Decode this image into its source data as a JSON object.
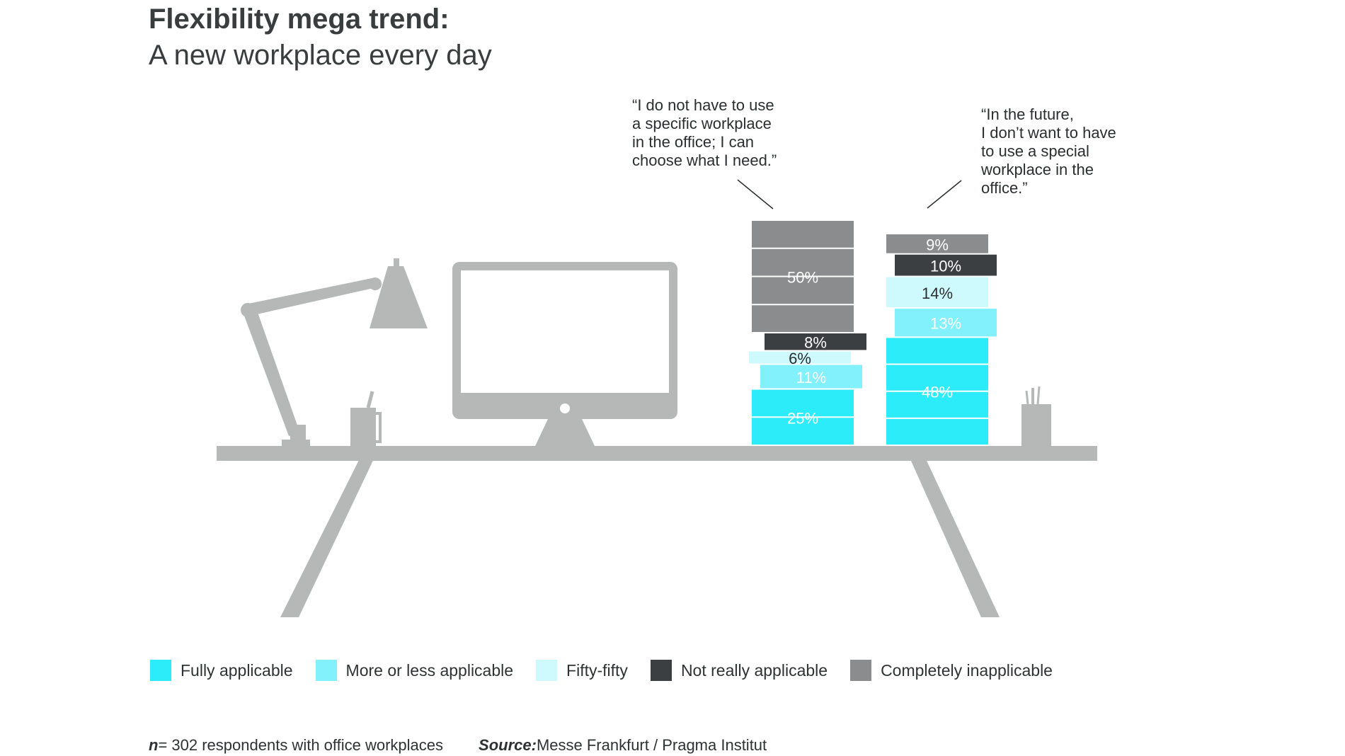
{
  "title": {
    "line1": "Flexibility mega trend:",
    "line2": "A new workplace every day"
  },
  "colors": {
    "fully": "#2cecf9",
    "more_or_less": "#82f1fb",
    "fifty": "#cffafd",
    "not_really": "#3c3f41",
    "completely": "#8a8c8d",
    "furniture": "#b6b8b8"
  },
  "chart_data": {
    "type": "bar",
    "stacked": true,
    "categories": [
      "“I do not have to use\na specific workplace\nin the office; I can\nchoose what I need.”",
      "“In the future,\nI don’t want to have\nto use a special\nworkplace in the\noffice.”"
    ],
    "series": [
      {
        "name": "Fully applicable",
        "key": "fully",
        "values": [
          25,
          48
        ],
        "labels": [
          "25%",
          "48%"
        ]
      },
      {
        "name": "More or less applicable",
        "key": "more_or_less",
        "values": [
          11,
          13
        ],
        "labels": [
          "11%",
          "13%"
        ]
      },
      {
        "name": "Fifty-fifty",
        "key": "fifty",
        "values": [
          6,
          14
        ],
        "labels": [
          "6%",
          "14%"
        ]
      },
      {
        "name": "Not really applicable",
        "key": "not_really",
        "values": [
          8,
          10
        ],
        "labels": [
          "8%",
          "10%"
        ]
      },
      {
        "name": "Completely inapplicable",
        "key": "completely",
        "values": [
          50,
          9
        ],
        "labels": [
          "50%",
          "9%"
        ]
      }
    ],
    "unit": "%"
  },
  "legend": [
    {
      "label": "Fully applicable",
      "key": "fully"
    },
    {
      "label": "More or less applicable",
      "key": "more_or_less"
    },
    {
      "label": "Fifty-fifty",
      "key": "fifty"
    },
    {
      "label": "Not really applicable",
      "key": "not_really"
    },
    {
      "label": "Completely inapplicable",
      "key": "completely"
    }
  ],
  "footer": {
    "n_var": "n",
    "n_text": " = 302 respondents with office workplaces",
    "source_label": "Source:",
    "source_text": " Messe Frankfurt / Pragma Institut"
  }
}
